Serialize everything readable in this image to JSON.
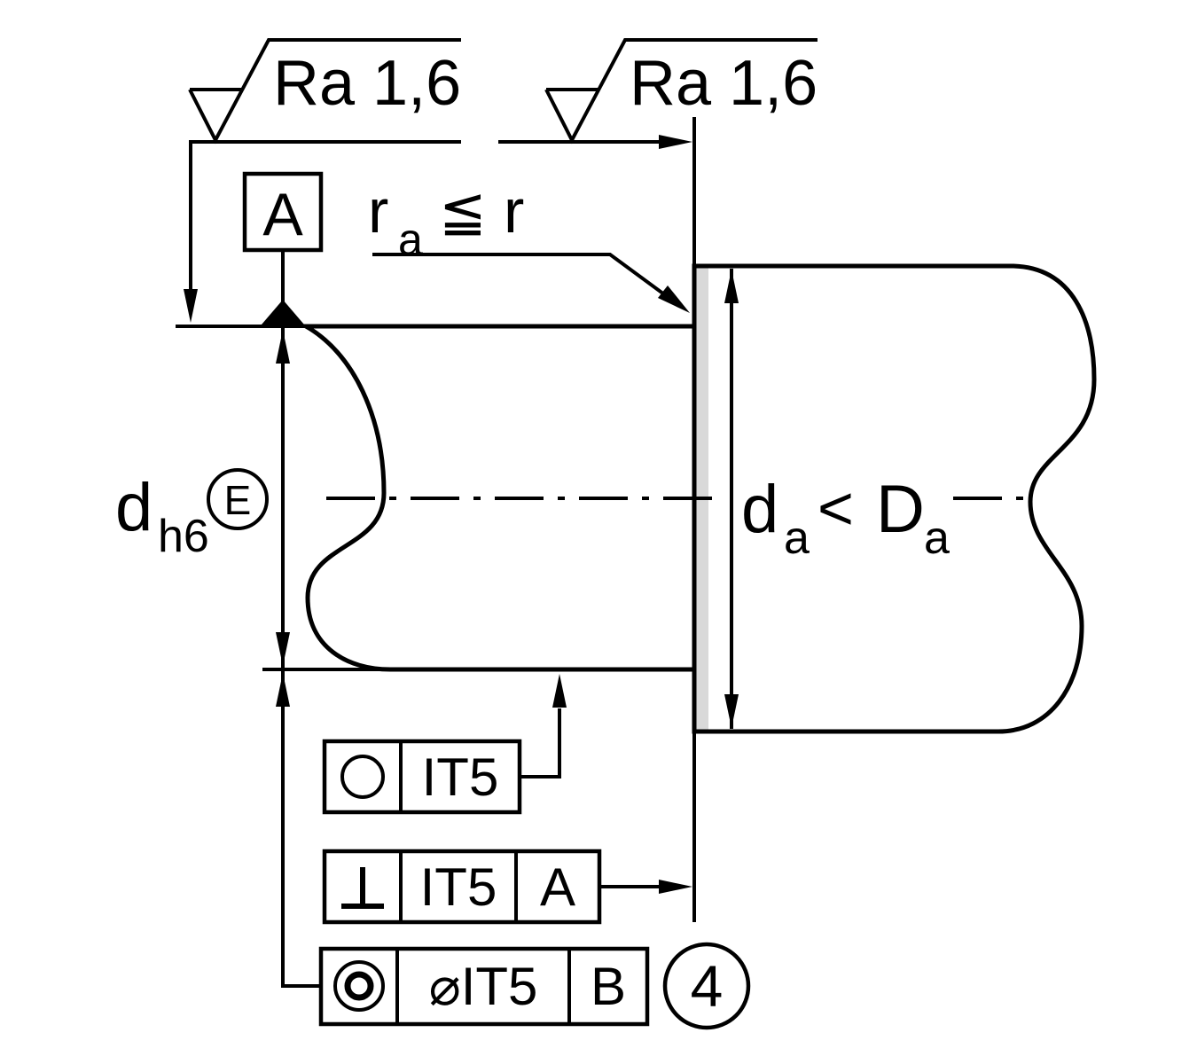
{
  "drawing": {
    "surface_finish": {
      "left": "Ra 1,6",
      "right": "Ra 1,6"
    },
    "datum_label": "A",
    "fillet_condition": {
      "r": "r",
      "r_sub": "a",
      "operator": "≦",
      "r_ref": "r"
    },
    "seat_diameter": {
      "symbol": "d",
      "tolerance_sub": "h6",
      "envelope": "E"
    },
    "abutment_condition": {
      "d": "d",
      "d_sub": "a",
      "operator": "<",
      "D": "D",
      "D_sub": "a"
    },
    "tolerance_frames": {
      "roundness": {
        "symbol": "circularity",
        "tolerance": "IT5"
      },
      "perpendicularity": {
        "symbol": "perpendicularity",
        "tolerance": "IT5",
        "datum": "A"
      },
      "concentricity": {
        "symbol": "concentricity",
        "tolerance": "⌀IT5",
        "datum": "B"
      }
    },
    "balloon_number": "4",
    "colors": {
      "line": "#000000",
      "background": "#ffffff",
      "shaft_highlight": "#f4f4f4",
      "shaft_shadow": "#8a8a8a"
    }
  }
}
